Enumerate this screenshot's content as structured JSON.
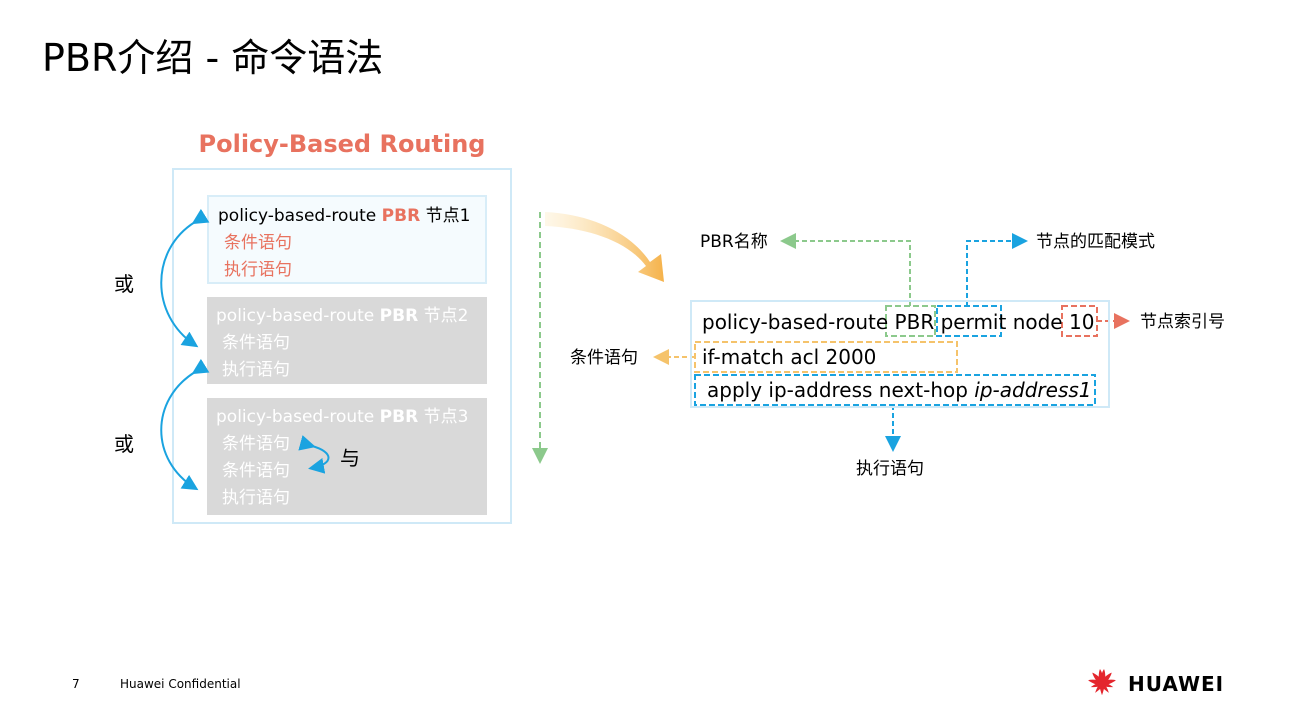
{
  "title": "PBR介绍 - 命令语法",
  "left_panel": {
    "heading": "Policy-Based Routing",
    "nodes": [
      {
        "prefix": "policy-based-route ",
        "tag": "PBR",
        "suffix": " 节点1",
        "cond": "条件语句",
        "exec": "执行语句"
      },
      {
        "prefix": "policy-based-route ",
        "tag": "PBR",
        "suffix": " 节点2",
        "cond": "条件语句",
        "exec": "执行语句"
      },
      {
        "prefix": "policy-based-route ",
        "tag": "PBR",
        "suffix": " 节点3",
        "cond1": "条件语句",
        "cond2": "条件语句",
        "exec": "执行语句"
      }
    ],
    "or_label_1": "或",
    "or_label_2": "或",
    "and_label": "与"
  },
  "command": {
    "line1_prefix": "policy-based-route",
    "line1_name": "PBR",
    "line1_mode": "permit",
    "line1_node": "node",
    "line1_index": "10",
    "line2": "if-match acl 2000",
    "line3_prefix": "apply ip-address next-hop ",
    "line3_arg": "ip-address1"
  },
  "annotations": {
    "pbr_name": "PBR名称",
    "match_mode": "节点的匹配模式",
    "node_index": "节点索引号",
    "condition": "条件语句",
    "action": "执行语句"
  },
  "colors": {
    "pbr_red": "#e8725f",
    "green_dash": "#8cc98c",
    "blue_dash": "#1aa3e0",
    "orange_dash": "#f5c36b",
    "red_dash": "#e8725f",
    "light_border": "#cfe9f7",
    "gray_node": "#d9d9d9"
  },
  "footer": {
    "page_number": "7",
    "confidential": "Huawei Confidential",
    "brand": "HUAWEI"
  }
}
